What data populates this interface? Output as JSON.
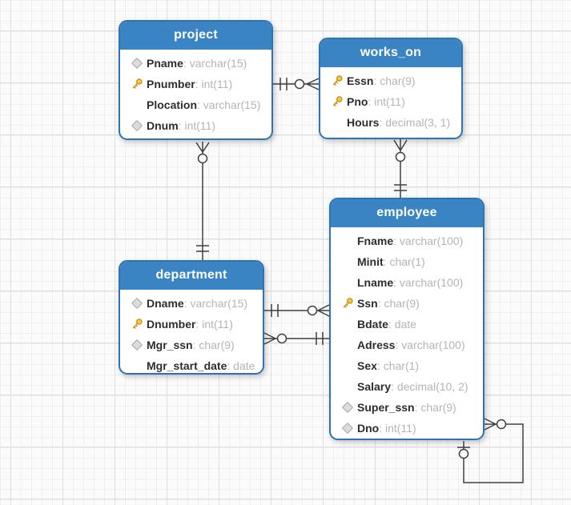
{
  "diagram": {
    "colors": {
      "header_blue": "#3a84c4",
      "border_blue": "#2c74b3",
      "column_name_text": "#2d2d2d",
      "column_type_text": "#b4b4b4",
      "relationship_line": "#3f3f3f",
      "key_icon_gold": "#f8cc3c",
      "diamond_icon_gray": "#dcdcdc",
      "canvas_background": "#fbfbfb"
    },
    "tables": [
      {
        "title": "project",
        "columns": [
          {
            "icon": "diamond",
            "name": "Pname",
            "type": "varchar(15)"
          },
          {
            "icon": "key",
            "name": "Pnumber",
            "type": "int(11)"
          },
          {
            "icon": "none",
            "name": "Plocation",
            "type": "varchar(15)"
          },
          {
            "icon": "diamond",
            "name": "Dnum",
            "type": "int(11)"
          }
        ]
      },
      {
        "title": "works_on",
        "columns": [
          {
            "icon": "key",
            "name": "Essn",
            "type": "char(9)"
          },
          {
            "icon": "key",
            "name": "Pno",
            "type": "int(11)"
          },
          {
            "icon": "none",
            "name": "Hours",
            "type": "decimal(3, 1)"
          }
        ]
      },
      {
        "title": "employee",
        "columns": [
          {
            "icon": "none",
            "name": "Fname",
            "type": "varchar(100)"
          },
          {
            "icon": "none",
            "name": "Minit",
            "type": "char(1)"
          },
          {
            "icon": "none",
            "name": "Lname",
            "type": "varchar(100)"
          },
          {
            "icon": "key",
            "name": "Ssn",
            "type": "char(9)"
          },
          {
            "icon": "none",
            "name": "Bdate",
            "type": "date"
          },
          {
            "icon": "none",
            "name": "Adress",
            "type": "varchar(100)"
          },
          {
            "icon": "none",
            "name": "Sex",
            "type": "char(1)"
          },
          {
            "icon": "none",
            "name": "Salary",
            "type": "decimal(10, 2)"
          },
          {
            "icon": "diamond",
            "name": "Super_ssn",
            "type": "char(9)"
          },
          {
            "icon": "diamond",
            "name": "Dno",
            "type": "int(11)"
          }
        ]
      },
      {
        "title": "department",
        "columns": [
          {
            "icon": "diamond",
            "name": "Dname",
            "type": "varchar(15)"
          },
          {
            "icon": "key",
            "name": "Dnumber",
            "type": "int(11)"
          },
          {
            "icon": "diamond",
            "name": "Mgr_ssn",
            "type": "char(9)"
          },
          {
            "icon": "none",
            "name": "Mgr_start_date",
            "type": "date"
          }
        ]
      }
    ],
    "relationships": [
      {
        "from": "project",
        "to": "works_on",
        "from_cardinality": "exactly-one",
        "to_cardinality": "zero-or-many"
      },
      {
        "from": "project",
        "to": "department",
        "from_cardinality": "zero-or-many",
        "to_cardinality": "exactly-one"
      },
      {
        "from": "works_on",
        "to": "employee",
        "from_cardinality": "zero-or-many",
        "to_cardinality": "exactly-one"
      },
      {
        "from": "department",
        "to": "employee",
        "from_cardinality": "exactly-one",
        "to_cardinality": "zero-or-many"
      },
      {
        "from": "department",
        "to": "employee",
        "from_cardinality": "zero-or-many",
        "to_cardinality": "exactly-one"
      },
      {
        "from": "employee",
        "to": "employee",
        "from_cardinality": "zero-or-many",
        "to_cardinality": "zero-or-one"
      }
    ]
  }
}
